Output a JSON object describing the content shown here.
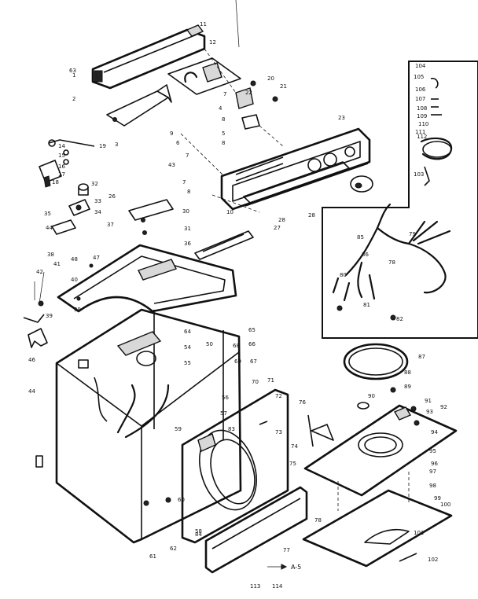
{
  "figure_ref": "A-5",
  "callouts": [
    "11",
    "12",
    "1",
    "63",
    "2",
    "20",
    "21",
    "22",
    "7",
    "23",
    "3",
    "4",
    "8",
    "5",
    "6",
    "8",
    "7",
    "8",
    "7",
    "26",
    "14",
    "15",
    "16",
    "17",
    "18",
    "19",
    "43",
    "9",
    "10",
    "27",
    "28",
    "36",
    "28",
    "30",
    "37",
    "31",
    "32",
    "33",
    "34",
    "35",
    "44",
    "47",
    "48",
    "39",
    "42",
    "41",
    "38",
    "40",
    "39",
    "46",
    "44",
    "65",
    "66",
    "67",
    "64",
    "54",
    "55",
    "50",
    "68",
    "69",
    "70",
    "71",
    "72",
    "59",
    "57",
    "56",
    "73",
    "74",
    "75",
    "76",
    "77",
    "78",
    "58",
    "60",
    "62",
    "61",
    "84",
    "83",
    "82",
    "81",
    "78",
    "80",
    "79",
    "86",
    "85",
    "87",
    "88",
    "89",
    "90",
    "91",
    "92",
    "93",
    "94",
    "95",
    "96",
    "97",
    "98",
    "99",
    "100",
    "101",
    "102",
    "103",
    "104",
    "105",
    "106",
    "107",
    "108",
    "109",
    "110",
    "111",
    "112",
    "113",
    "114"
  ]
}
